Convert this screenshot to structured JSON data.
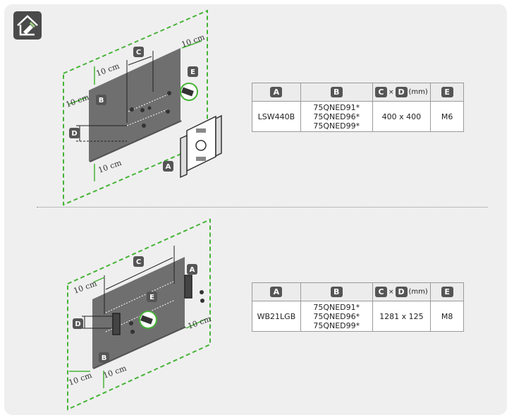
{
  "header": {
    "icon": "wall-mount-icon"
  },
  "spacing_label": "10 cm",
  "badges": {
    "a": "A",
    "b": "B",
    "c": "C",
    "d": "D",
    "e": "E"
  },
  "table_labels": {
    "times": "×",
    "mm": "(mm)"
  },
  "rows": [
    {
      "model": "LSW440B",
      "tvs": [
        "75QNED91*",
        "75QNED96*",
        "75QNED99*"
      ],
      "cxd": "400 x 400",
      "screw": "M6"
    },
    {
      "model": "WB21LGB",
      "tvs": [
        "75QNED91*",
        "75QNED96*",
        "75QNED99*"
      ],
      "cxd": "1281 x 125",
      "screw": "M8"
    }
  ],
  "colors": {
    "clearance": "#45b336",
    "panel": "#6f6f6f",
    "badge": "#555555",
    "table_header": "#ececec"
  }
}
